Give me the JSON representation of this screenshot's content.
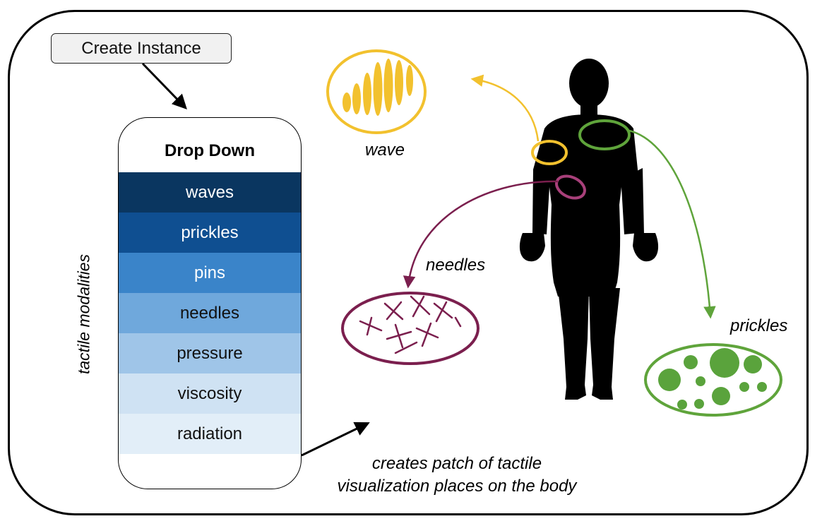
{
  "create_button": {
    "label": "Create Instance"
  },
  "dropdown": {
    "header": "Drop Down",
    "items": [
      {
        "label": "waves",
        "bg": "#0a3660",
        "fg": "#ffffff"
      },
      {
        "label": "prickles",
        "bg": "#0f4f91",
        "fg": "#ffffff"
      },
      {
        "label": "pins",
        "bg": "#3a84c9",
        "fg": "#ffffff"
      },
      {
        "label": "needles",
        "bg": "#6fa8dc",
        "fg": "#111111"
      },
      {
        "label": "pressure",
        "bg": "#9fc5e8",
        "fg": "#111111"
      },
      {
        "label": "viscosity",
        "bg": "#cfe2f3",
        "fg": "#111111"
      },
      {
        "label": "radiation",
        "bg": "#e2eef8",
        "fg": "#111111"
      }
    ]
  },
  "side_label": "tactile modalities",
  "captions": {
    "wave": "wave",
    "needles": "needles",
    "prickles": "prickles"
  },
  "bottom_caption": {
    "line1": "creates patch of tactile",
    "line2": "visualization places on the body"
  },
  "colors": {
    "wave": "#f2c12e",
    "needles": "#7b1f4e",
    "prickles": "#5fa43b",
    "prickles_fill": "#5aa33c"
  }
}
